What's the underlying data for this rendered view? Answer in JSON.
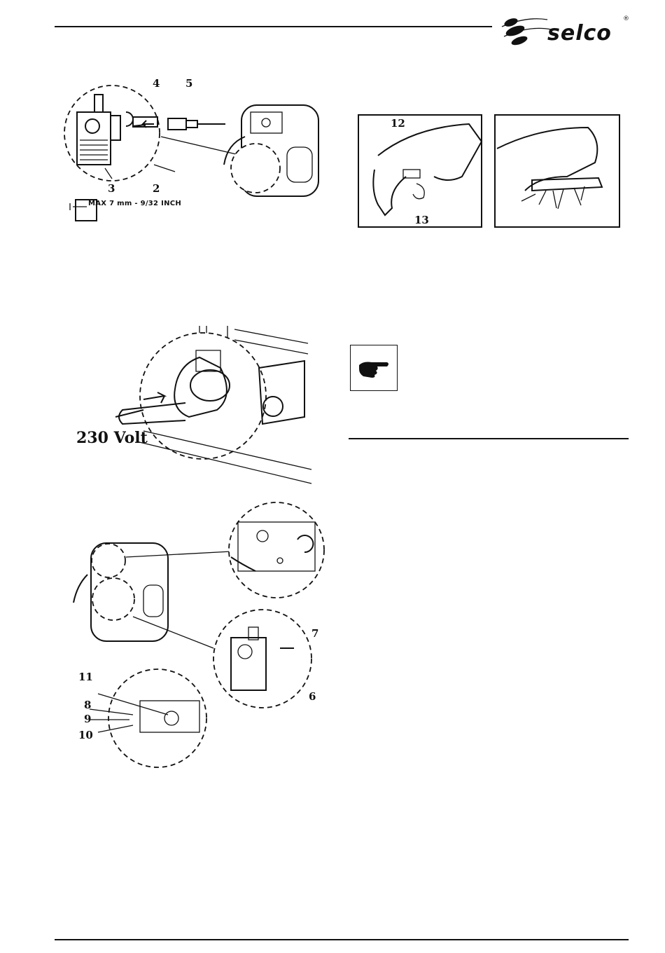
{
  "header": {
    "brand": "selco",
    "registered_mark": "®"
  },
  "figure_top_left": {
    "callouts": [
      "4",
      "5",
      "3",
      "2"
    ],
    "max_note": "MAX 7 mm - 9/32 INCH"
  },
  "figure_torch": {
    "callouts": [
      "12",
      "13"
    ]
  },
  "figure_plug": {
    "voltage_label": "230 Volt"
  },
  "figure_panel": {
    "callouts": [
      "7",
      "6",
      "11",
      "8",
      "9",
      "10"
    ]
  },
  "note": {
    "icon": "pointing-hand-icon"
  }
}
